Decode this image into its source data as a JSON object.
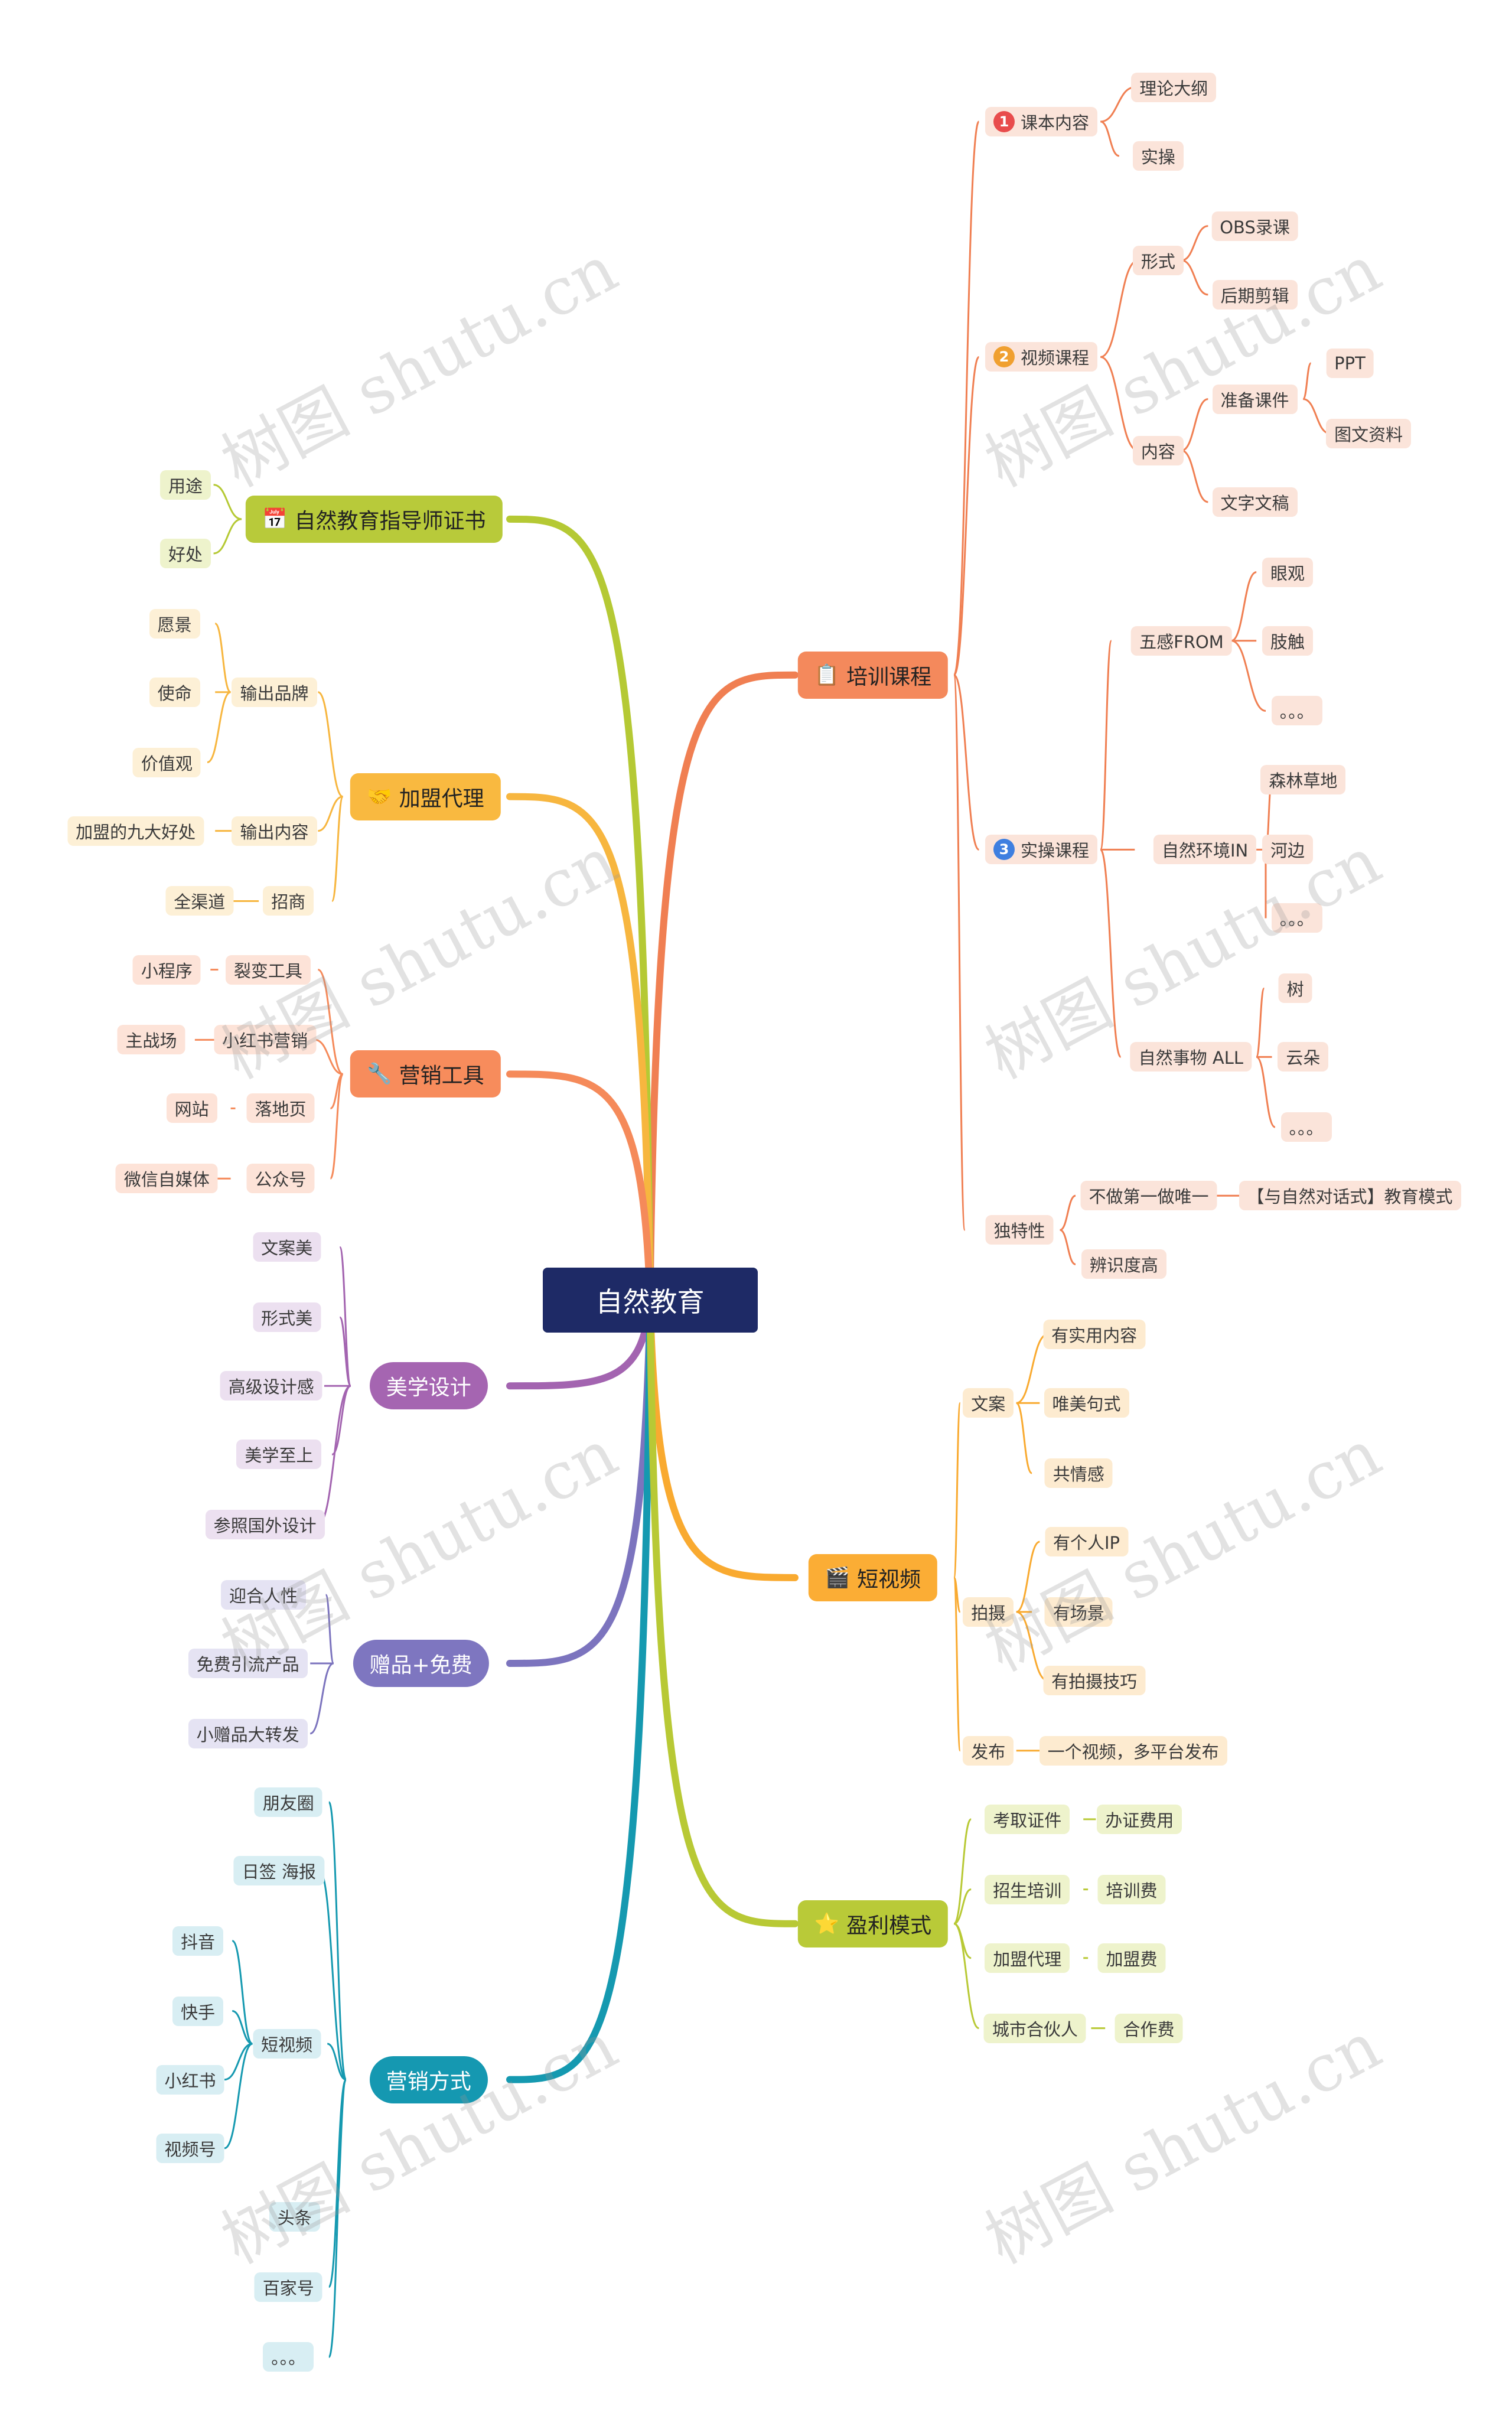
{
  "root": "自然教育",
  "branches": {
    "training": {
      "title": "培训课程",
      "icon": "training-icon",
      "color": "#f07f52",
      "course": {
        "label": "课本内容",
        "num": "1",
        "numColor": "#e84c4c",
        "children": [
          "理论大纲",
          "实操"
        ]
      },
      "video": {
        "label": "视频课程",
        "num": "2",
        "numColor": "#f0a030",
        "form": {
          "label": "形式",
          "children": [
            "OBS录课",
            "后期剪辑"
          ]
        },
        "content": {
          "label": "内容",
          "prep": {
            "label": "准备课件",
            "children": [
              "PPT",
              "图文资料"
            ]
          },
          "doc": "文字文稿"
        }
      },
      "practice": {
        "label": "实操课程",
        "num": "3",
        "numColor": "#3e7fe0",
        "five": {
          "label": "五感FROM",
          "children": [
            "眼观",
            "肢触",
            "。。。"
          ]
        },
        "env": {
          "label": "自然环境IN",
          "children": [
            "森林草地",
            "河边",
            "。。。"
          ]
        },
        "things": {
          "label": "自然事物 ALL",
          "children": [
            "树",
            "云朵",
            "。。。"
          ]
        }
      },
      "unique": {
        "label": "独特性",
        "first": {
          "label": "不做第一做唯一",
          "child": "【与自然对话式】教育模式"
        },
        "recog": "辨识度高"
      }
    },
    "cert": {
      "title": "自然教育指导师证书",
      "icon": "calendar-icon",
      "color": "#b5c934",
      "children": [
        "用途",
        "好处"
      ]
    },
    "franchise": {
      "title": "加盟代理",
      "icon": "handshake-icon",
      "color": "#f7b63f",
      "brand": {
        "label": "输出品牌",
        "children": [
          "愿景",
          "使命",
          "价值观"
        ]
      },
      "content": {
        "label": "输出内容",
        "child": "加盟的九大好处"
      },
      "recruit": {
        "label": "招商",
        "child": "全渠道"
      }
    },
    "marketing_tools": {
      "title": "营销工具",
      "icon": "tools-icon",
      "color": "#f58a5a",
      "items": [
        {
          "label": "裂变工具",
          "child": "小程序"
        },
        {
          "label": "小红书营销",
          "child": "主战场"
        },
        {
          "label": "落地页",
          "child": "网站"
        },
        {
          "label": "公众号",
          "child": "微信自媒体"
        }
      ]
    },
    "aesthetic": {
      "title": "美学设计",
      "color": "#a364b0",
      "children": [
        "文案美",
        "形式美",
        "高级设计感",
        "美学至上",
        "参照国外设计"
      ]
    },
    "gift": {
      "title": "赠品+免费",
      "color": "#7c74be",
      "children": [
        "迎合人性",
        "免费引流产品",
        "小赠品大转发"
      ]
    },
    "channels": {
      "title": "营销方式",
      "color": "#1599b0",
      "items": [
        "朋友圈",
        "日签 海报",
        "短视频",
        "头条",
        "百家号",
        "。。。"
      ],
      "short_video": [
        "抖音",
        "快手",
        "小红书",
        "视频号"
      ]
    },
    "short_video": {
      "title": "短视频",
      "icon": "film-icon",
      "color": "#f9aa30",
      "copy": {
        "label": "文案",
        "children": [
          "有实用内容",
          "唯美句式",
          "共情感"
        ]
      },
      "shoot": {
        "label": "拍摄",
        "children": [
          "有个人IP",
          "有场景",
          "有拍摄技巧"
        ]
      },
      "publish": {
        "label": "发布",
        "child": "一个视频，多平台发布"
      }
    },
    "profit": {
      "title": "盈利模式",
      "icon": "star-icon",
      "color": "#b8c935",
      "items": [
        {
          "label": "考取证件",
          "child": "办证费用"
        },
        {
          "label": "招生培训",
          "child": "培训费"
        },
        {
          "label": "加盟代理",
          "child": "加盟费"
        },
        {
          "label": "城市合伙人",
          "child": "合作费"
        }
      ]
    }
  },
  "watermark": "树图 shutu.cn"
}
